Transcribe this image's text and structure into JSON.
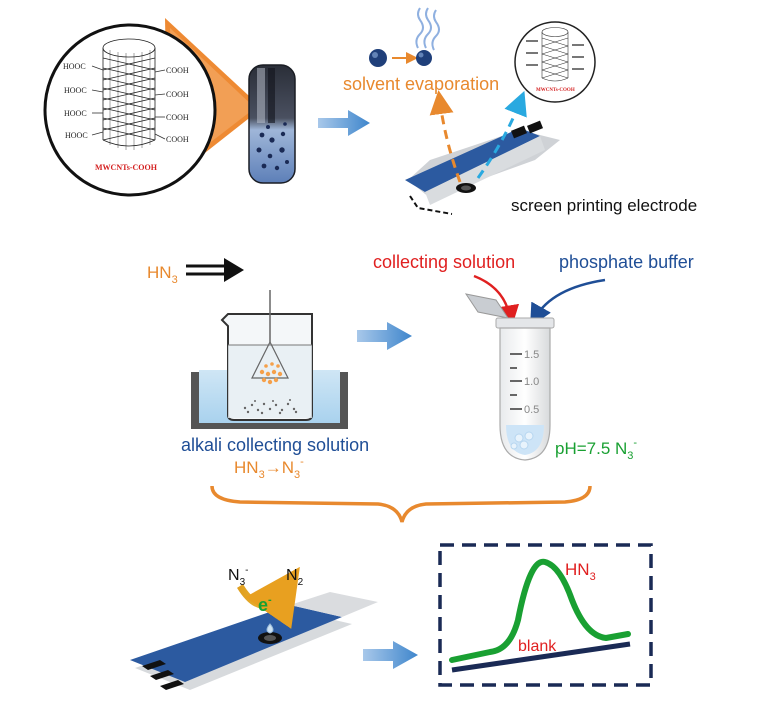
{
  "colors": {
    "orange": "#e8892e",
    "blue_arrow": "#5b9bd5",
    "red": "#e02020",
    "navy": "#1f4e96",
    "green": "#19a032",
    "electrode_blue": "#2c5aa0",
    "dark_blue": "#1a2a55",
    "cyan": "#29a9e0"
  },
  "top_panel": {
    "cnt_group_labels_left": [
      "HOOC",
      "HOOC",
      "HOOC",
      "HOOC"
    ],
    "cnt_group_labels_right": [
      "COOH",
      "COOH",
      "COOH",
      "COOH"
    ],
    "cnt_label": "MWCNTs-COOH",
    "cnt_label_small": "MWCNTs-COOH",
    "evaporation_label": "solvent evaporation",
    "electrode_label": "screen printing electrode"
  },
  "middle_panel": {
    "hn3_label_main": "HN",
    "hn3_label_sub": "3",
    "alkali_label": "alkali collecting solution",
    "reaction_left_main": "HN",
    "reaction_left_sub": "3",
    "reaction_arrow": "→",
    "reaction_right_main": "N",
    "reaction_right_sub": "3",
    "reaction_right_sup": "-",
    "collecting_label": "collecting solution",
    "phosphate_label": "phosphate buffer",
    "tube_marks": [
      "1.5",
      "1.0",
      "0.5"
    ],
    "ph_main": "pH=7.5 N",
    "ph_sub": "3",
    "ph_sup": "-"
  },
  "bottom_panel": {
    "reactant_main": "N",
    "reactant_sub": "3",
    "reactant_sup": "-",
    "product_main": "N",
    "product_sub": "2",
    "electron_main": "e",
    "electron_sup": "-",
    "peak_label_main": "HN",
    "peak_label_sub": "3",
    "blank_label": "blank"
  }
}
